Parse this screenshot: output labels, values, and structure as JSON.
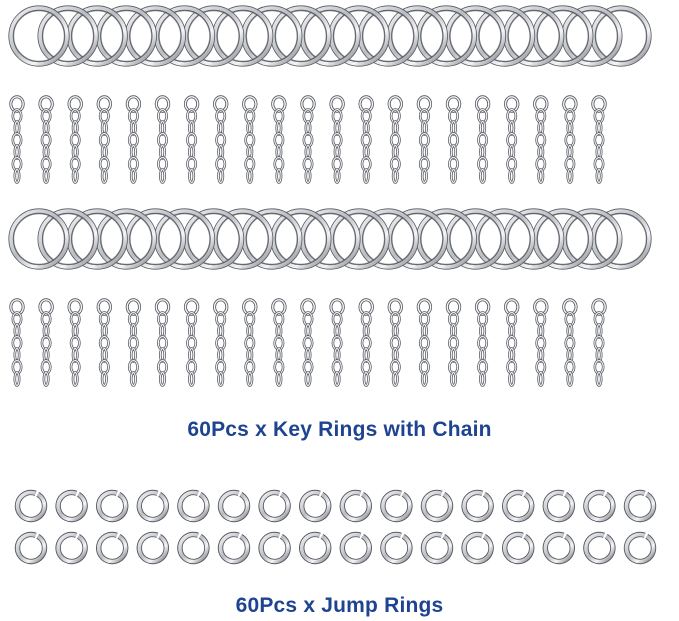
{
  "product_image": {
    "caption_key_rings": "60Pcs x Key Rings with Chain",
    "caption_jump_rings": "60Pcs x Jump Rings",
    "caption_color": "#1d4391",
    "metal_colors": {
      "highlight": "#f4f5f7",
      "mid": "#b9bcc2",
      "shadow": "#6d7077",
      "outline": "#55585e"
    },
    "key_rings_per_row": 21,
    "key_ring_rows": 2,
    "jump_rings_per_row": 16,
    "jump_ring_rows": 2
  }
}
